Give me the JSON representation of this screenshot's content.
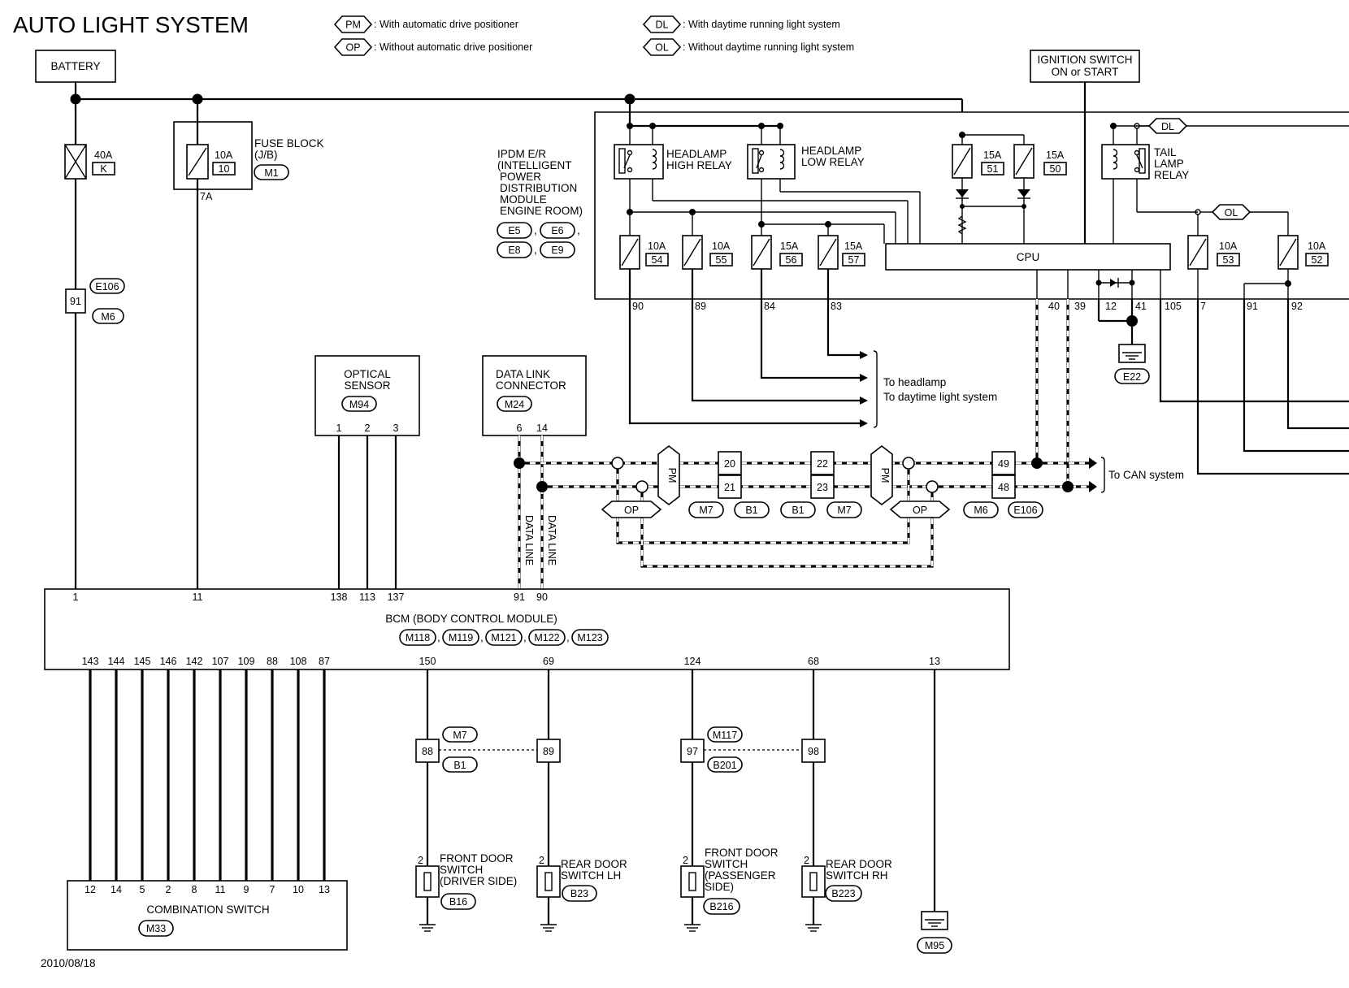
{
  "title": "AUTO LIGHT SYSTEM",
  "date": "2010/08/18",
  "legend": [
    {
      "code": "PM",
      "text": ": With automatic drive positioner"
    },
    {
      "code": "OP",
      "text": ": Without automatic drive positioner"
    },
    {
      "code": "DL",
      "text": ": With daytime running light system"
    },
    {
      "code": "OL",
      "text": ": Without daytime running light system"
    }
  ],
  "battery": "BATTERY",
  "fuse_40a": {
    "rating": "40A",
    "id": "K"
  },
  "fuse_10a_jb": {
    "rating": "10A",
    "id": "10",
    "pin": "7A"
  },
  "fuse_block": {
    "line1": "FUSE BLOCK",
    "line2": "(J/B)",
    "connector": "M1"
  },
  "joint_91": {
    "num": "91",
    "conn_top": "E106",
    "conn_bottom": "M6"
  },
  "ipdm": {
    "lines": [
      "IPDM E/R",
      "(INTELLIGENT",
      "POWER",
      "DISTRIBUTION",
      "MODULE",
      "ENGINE ROOM)"
    ],
    "connectors": [
      "E5",
      "E6",
      "E8",
      "E9"
    ],
    "cpu": "CPU",
    "ground": "E22"
  },
  "ignition": {
    "line1": "IGNITION SWITCH",
    "line2": "ON or START"
  },
  "relays": {
    "high": [
      "HEADLAMP",
      "HIGH RELAY"
    ],
    "low": [
      "HEADLAMP",
      "LOW RELAY"
    ],
    "tail": [
      "TAIL",
      "LAMP",
      "RELAY"
    ]
  },
  "ipdm_fuses": [
    {
      "rating": "10A",
      "id": "54",
      "pin": "90"
    },
    {
      "rating": "10A",
      "id": "55",
      "pin": "89"
    },
    {
      "rating": "15A",
      "id": "56",
      "pin": "84"
    },
    {
      "rating": "15A",
      "id": "57",
      "pin": "83"
    },
    {
      "rating": "15A",
      "id": "51"
    },
    {
      "rating": "15A",
      "id": "50"
    },
    {
      "rating": "10A",
      "id": "53"
    },
    {
      "rating": "10A",
      "id": "52"
    }
  ],
  "ipdm_pins": [
    "40",
    "39",
    "12",
    "41",
    "105",
    "7",
    "91",
    "92"
  ],
  "opt_codes": {
    "dl": "DL",
    "ol": "OL",
    "pm": "PM",
    "op": "OP"
  },
  "to_headlamp": "To headlamp",
  "to_daytime": "To daytime light system",
  "to_can": "To CAN system",
  "optical_sensor": {
    "line1": "OPTICAL",
    "line2": "SENSOR",
    "connector": "M94",
    "pins": [
      "1",
      "2",
      "3"
    ]
  },
  "data_link": {
    "line1": "DATA LINK",
    "line2": "CONNECTOR",
    "connector": "M24",
    "pins": [
      "6",
      "14"
    ]
  },
  "data_line": "DATA LINE",
  "can_joints": {
    "j1": [
      "20",
      "21"
    ],
    "j2": [
      "22",
      "23"
    ],
    "j3": [
      "49",
      "48"
    ],
    "conns": [
      "M7",
      "B1",
      "B1",
      "M7",
      "M6",
      "E106"
    ]
  },
  "bcm": {
    "title": "BCM (BODY CONTROL MODULE)",
    "connectors": [
      "M118",
      "M119",
      "M121",
      "M122",
      "M123"
    ],
    "top_pins": [
      "1",
      "11",
      "138",
      "113",
      "137",
      "91",
      "90"
    ],
    "bottom_pins": [
      "143",
      "144",
      "145",
      "146",
      "142",
      "107",
      "109",
      "88",
      "108",
      "87",
      "150",
      "69",
      "124",
      "68",
      "13"
    ]
  },
  "combination_switch": {
    "title": "COMBINATION SWITCH",
    "connector": "M33",
    "pins": [
      "12",
      "14",
      "5",
      "2",
      "8",
      "11",
      "9",
      "7",
      "10",
      "13"
    ]
  },
  "door_joints": [
    {
      "num": "88",
      "conn_top": "M7",
      "conn_bottom": "B1"
    },
    {
      "num": "89"
    },
    {
      "num": "97",
      "conn_top": "M117",
      "conn_bottom": "B201"
    },
    {
      "num": "98"
    }
  ],
  "door_switches": [
    {
      "lines": [
        "FRONT DOOR",
        "SWITCH",
        "(DRIVER SIDE)"
      ],
      "connector": "B16",
      "pin": "2"
    },
    {
      "lines": [
        "REAR DOOR",
        "SWITCH LH"
      ],
      "connector": "B23",
      "pin": "2"
    },
    {
      "lines": [
        "FRONT DOOR",
        "SWITCH",
        "(PASSENGER",
        "SIDE)"
      ],
      "connector": "B216",
      "pin": "2"
    },
    {
      "lines": [
        "REAR DOOR",
        "SWITCH RH"
      ],
      "connector": "B223",
      "pin": "2"
    }
  ],
  "ground_m95": "M95"
}
